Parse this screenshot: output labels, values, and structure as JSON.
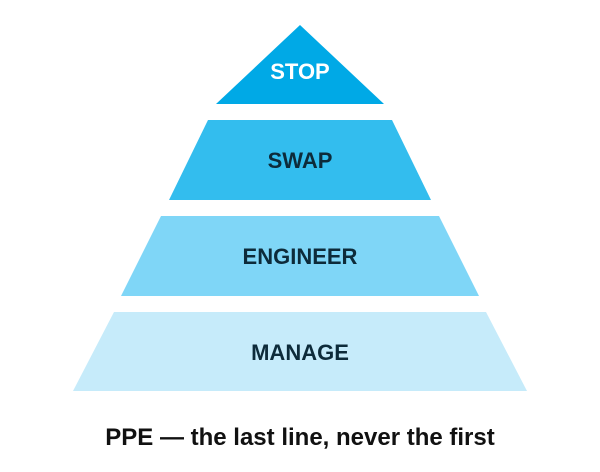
{
  "pyramid": {
    "tiers": [
      {
        "label": "STOP",
        "fill": "#00A9E6",
        "text_color": "#FFFFFF"
      },
      {
        "label": "SWAP",
        "fill": "#33BDEE",
        "text_color": "#0D2B3A"
      },
      {
        "label": "ENGINEER",
        "fill": "#7FD6F7",
        "text_color": "#0D2B3A"
      },
      {
        "label": "MANAGE",
        "fill": "#C6EBFA",
        "text_color": "#0D2B3A"
      }
    ]
  },
  "caption": "PPE — the last line, never the first"
}
